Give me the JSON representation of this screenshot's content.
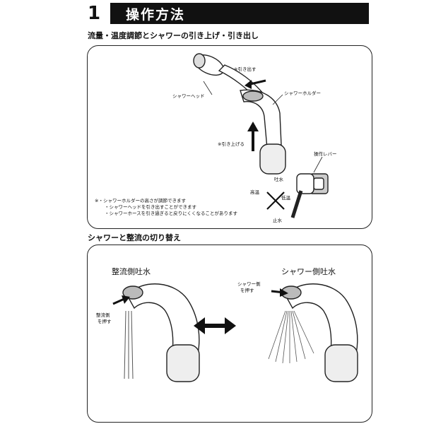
{
  "header": {
    "number": "1",
    "title": "操作方法"
  },
  "section1": {
    "heading": "流量・温度調節とシャワーの引き上げ・引き出し",
    "labels": {
      "pull_out": "※引き出す",
      "pull_up": "※引き上げる",
      "shower_head": "シャワーヘッド",
      "shower_holder": "シャワーホルダー",
      "operation_lever": "操作レバー",
      "spout": "吐水",
      "high_temp": "高温",
      "low_temp": "低温",
      "stop": "止水"
    },
    "notes": [
      "※・シャワーホルダーの高さが調節できます",
      "・シャワーヘッドを引き出すことができます",
      "・シャワーホースを引き過ぎると戻りにくくなることがあります"
    ]
  },
  "section2": {
    "heading": "シャワーと整流の切り替え",
    "left_title": "整流側吐水",
    "left_label_1": "整流側",
    "left_label_2": "を押す",
    "right_title": "シャワー側吐水",
    "right_label_1": "シャワー側",
    "right_label_2": "を押す"
  }
}
